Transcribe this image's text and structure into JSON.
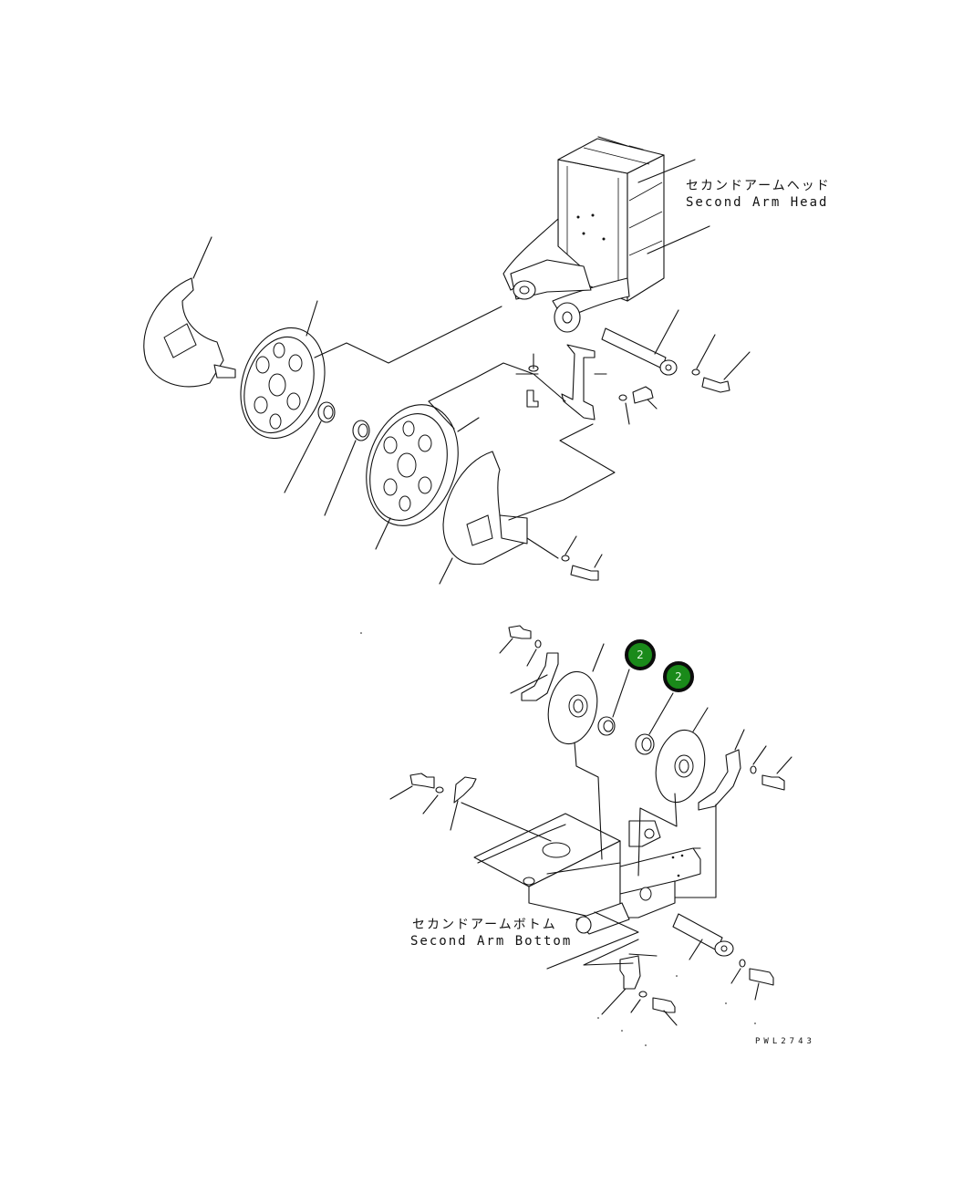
{
  "labels": {
    "head_jp": "セカンドアームヘッド",
    "head_en": "Second Arm Head",
    "bottom_jp": "セカンドアームボトム",
    "bottom_en": "Second Arm Bottom"
  },
  "callouts": [
    {
      "number": "2"
    },
    {
      "number": "2"
    }
  ],
  "drawing_code": "PWL2743",
  "colors": {
    "callout_fill": "#1a8a1a",
    "callout_border": "#0c0c0c",
    "line": "#111111"
  }
}
